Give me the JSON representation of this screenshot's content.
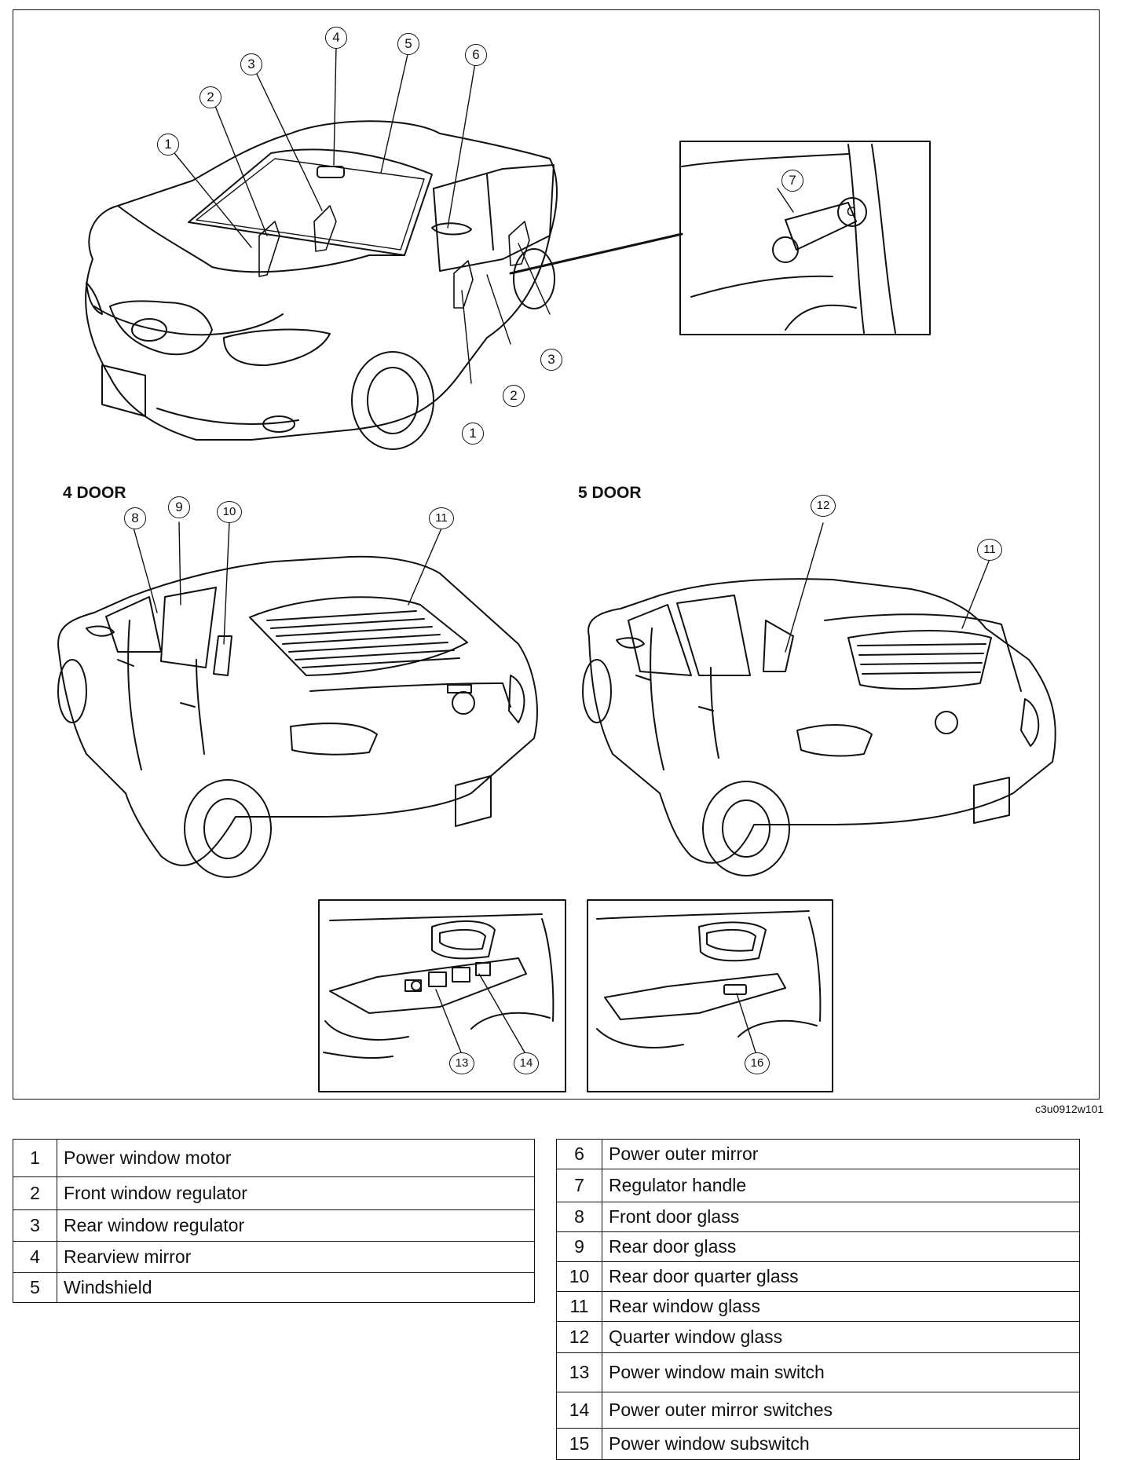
{
  "diagram": {
    "section_labels": {
      "four_door": "4 DOOR",
      "five_door": "5 DOOR"
    },
    "image_code": "c3u0912w101",
    "callouts": {
      "c1": "1",
      "c2": "2",
      "c3": "3",
      "c4": "4",
      "c5": "5",
      "c6": "6",
      "c7": "7",
      "c8": "8",
      "c9": "9",
      "c10": "10",
      "c11": "11",
      "c12": "12",
      "c13": "13",
      "c14": "14",
      "c16": "16",
      "handle_mark": "C"
    }
  },
  "legend_left": [
    {
      "num": "1",
      "label": "Power window motor"
    },
    {
      "num": "2",
      "label": "Front window regulator"
    },
    {
      "num": "3",
      "label": "Rear window regulator"
    },
    {
      "num": "4",
      "label": "Rearview mirror"
    },
    {
      "num": "5",
      "label": "Windshield"
    }
  ],
  "legend_right": [
    {
      "num": "6",
      "label": "Power outer mirror"
    },
    {
      "num": "7",
      "label": "Regulator handle"
    },
    {
      "num": "8",
      "label": "Front door glass"
    },
    {
      "num": "9",
      "label": "Rear door glass"
    },
    {
      "num": "10",
      "label": "Rear door quarter glass"
    },
    {
      "num": "11",
      "label": "Rear window glass"
    },
    {
      "num": "12",
      "label": "Quarter window glass"
    },
    {
      "num": "13",
      "label": "Power window main switch"
    },
    {
      "num": "14",
      "label": "Power outer mirror switches"
    },
    {
      "num": "15",
      "label": "Power window subswitch"
    }
  ]
}
